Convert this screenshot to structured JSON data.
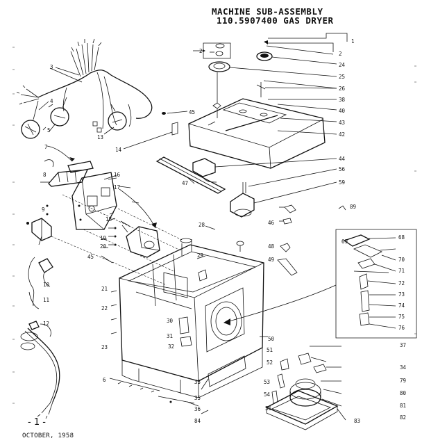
{
  "title": {
    "line1": "MACHINE SUB-ASSEMBLY",
    "line2": "110.5907400 GAS DRYER"
  },
  "footer": {
    "page": "- 1 -",
    "date": "OCTOBER, 1958"
  },
  "callouts": [
    "1",
    "2",
    "2",
    "24",
    "25",
    "26",
    "38",
    "40",
    "43",
    "42",
    "44",
    "56",
    "59",
    "3",
    "4",
    "5",
    "13",
    "45",
    "14",
    "47",
    "7",
    "8",
    "16",
    "17",
    "9",
    "18",
    "19",
    "20",
    "28",
    "45",
    "10",
    "11",
    "12",
    "21",
    "22",
    "23",
    "29",
    "30",
    "31",
    "32",
    "46",
    "48",
    "49",
    "89",
    "69",
    "68",
    "70",
    "71",
    "72",
    "73",
    "74",
    "75",
    "76",
    "37",
    "34",
    "79",
    "80",
    "81",
    "82",
    "83",
    "53",
    "54",
    "55",
    "33",
    "35",
    "36",
    "84",
    "6",
    "51",
    "52",
    "50"
  ]
}
